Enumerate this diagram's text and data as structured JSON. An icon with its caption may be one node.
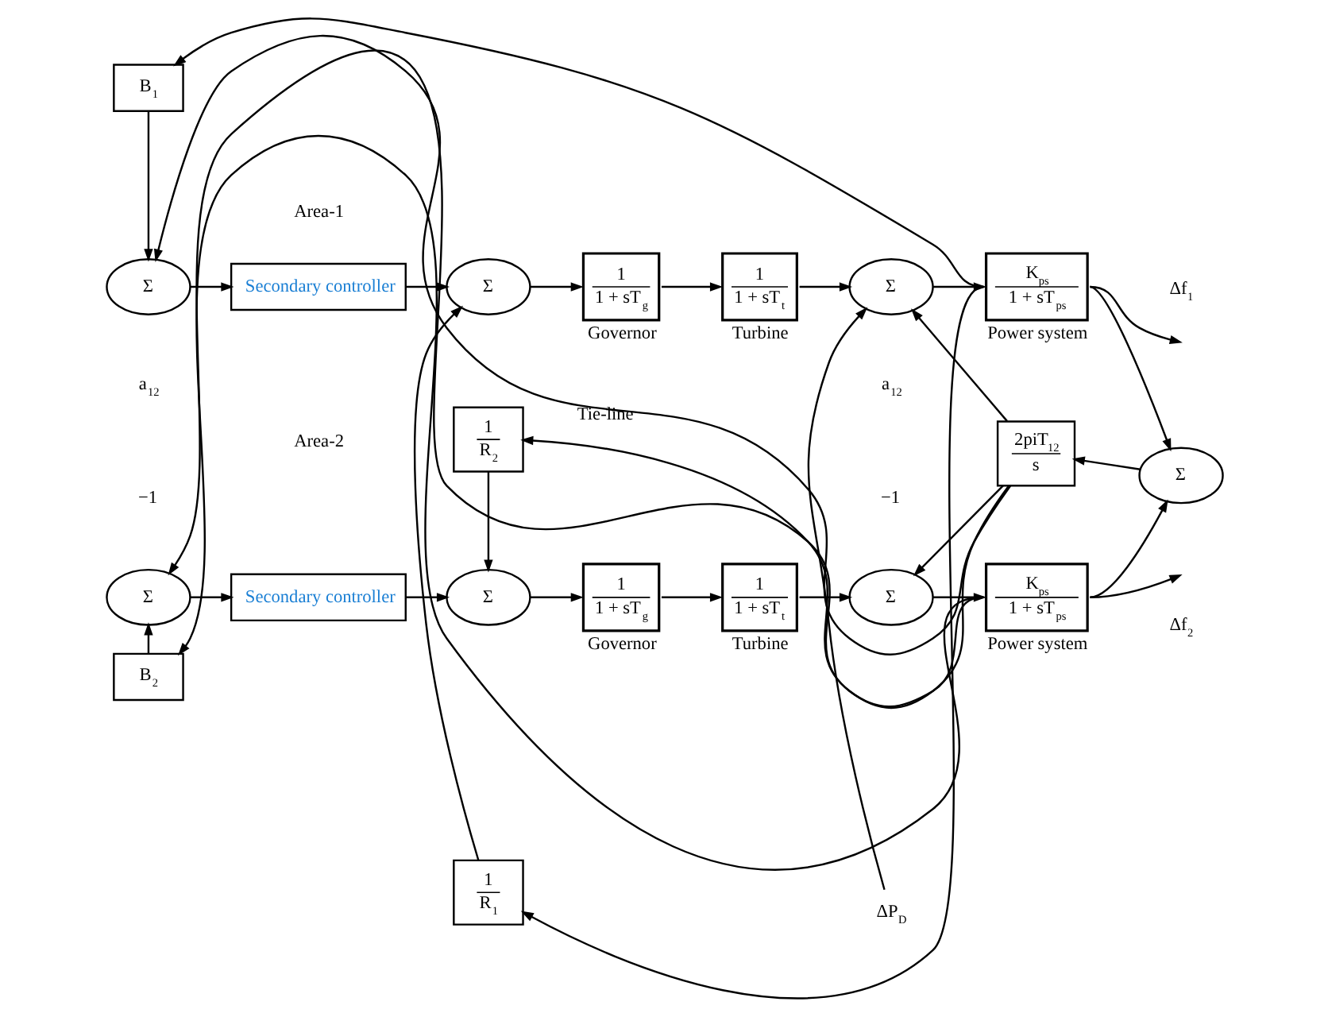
{
  "diagram": {
    "nodes": [
      {
        "text": [
          "B$_{1}$"
        ]
      },
      {
        "text": [
          "Σ"
        ]
      },
      {
        "text": [
          "Secondary controller"
        ]
      },
      {
        "text": [
          "Σ"
        ]
      },
      {
        "text": [
          "1",
          "1 + sT$_{g}$"
        ],
        "beside": [
          "Governor"
        ]
      },
      {
        "text": [
          "1",
          "1 + sT$_{t}$"
        ],
        "beside": [
          "Turbine"
        ]
      },
      {
        "text": [
          "Σ"
        ]
      },
      {
        "text": [
          "K$_{ps}$",
          "1 + sT$_{ps}$"
        ],
        "beside": [
          "Power system"
        ]
      },
      {
        "text": [
          "1",
          "R$_{1}$"
        ]
      },
      {
        "text": [
          "ΔP$_{D}$"
        ]
      },
      {
        "text": [
          "Σ"
        ]
      },
      {
        "text": [
          "2piT$_{12}$",
          "s"
        ]
      },
      {
        "text": [
          "Σ"
        ]
      },
      {
        "text": [
          "Secondary controller"
        ]
      },
      {
        "text": [
          "Σ"
        ]
      },
      {
        "text": [
          "1",
          "1 + sT$_{g}$"
        ],
        "beside": [
          "Governor"
        ]
      },
      {
        "text": [
          "1",
          "1 + sT$_{t}$"
        ],
        "beside": [
          "Turbine"
        ]
      },
      {
        "text": [
          "Σ"
        ]
      },
      {
        "text": [
          "K$_{ps}$",
          "1 + sT$_{ps}$"
        ],
        "beside": [
          "Power system"
        ]
      },
      {
        "text": [
          "1",
          "R$_{2}$"
        ]
      },
      {
        "text": [
          "B$_{2}$"
        ]
      }
    ],
    "edges": [
      {
        "from": 0,
        "to": 1,
        "arrow": "to"
      },
      {
        "from": 1,
        "to": 2,
        "arrow": "to"
      },
      {
        "from": 2,
        "to": 3,
        "arrow": "to"
      },
      {
        "from": 3,
        "to": 4,
        "arrow": "to"
      },
      {
        "from": 4,
        "to": 5,
        "arrow": "to"
      },
      {
        "from": 5,
        "to": 6,
        "arrow": "to"
      },
      {
        "from": 9,
        "to": 6,
        "arrow": "to"
      },
      {
        "from": 6,
        "to": 7,
        "arrow": "to"
      },
      {
        "from": 8,
        "to": 3,
        "arrow": "to"
      },
      {
        "from": 7,
        "to": null,
        "arrow": "to"
      },
      {
        "from": 7,
        "to": 0,
        "arrow": "to"
      },
      {
        "from": 7,
        "to": 8,
        "arrow": "to"
      },
      {
        "from": 7,
        "to": 10,
        "arrow": "to"
      },
      {
        "from": 10,
        "to": 11,
        "arrow": "to"
      },
      {
        "from": 11,
        "to": 1,
        "arrow": "to",
        "label": "Tie-line"
      },
      {
        "from": 11,
        "to": 12,
        "arrow": "to"
      },
      {
        "from": 11,
        "to": 6,
        "arrow": "to"
      },
      {
        "from": 11,
        "to": 17,
        "arrow": "to"
      },
      {
        "from": 12,
        "to": 13,
        "arrow": "to"
      },
      {
        "from": 13,
        "to": 14,
        "arrow": "to"
      },
      {
        "from": 14,
        "to": 15,
        "arrow": "to"
      },
      {
        "from": 15,
        "to": 16,
        "arrow": "to"
      },
      {
        "from": 16,
        "to": 17,
        "arrow": "to"
      },
      {
        "from": 17,
        "to": 18,
        "arrow": "to"
      },
      {
        "from": 19,
        "to": 14,
        "arrow": "to"
      },
      {
        "from": 20,
        "to": 12,
        "arrow": "to"
      },
      {
        "from": 18,
        "to": null,
        "arrow": "to"
      },
      {
        "from": 18,
        "to": 10,
        "arrow": "to"
      },
      {
        "from": 18,
        "to": 19,
        "arrow": "to"
      },
      {
        "from": 18,
        "to": 20,
        "arrow": "to"
      }
    ],
    "labels": [
      "Area-1",
      "Δf$_{1}$",
      "a$_{12}$",
      "−1",
      "Area-2",
      "a$_{12}$",
      "−1",
      "Δf$_{2}$"
    ]
  }
}
